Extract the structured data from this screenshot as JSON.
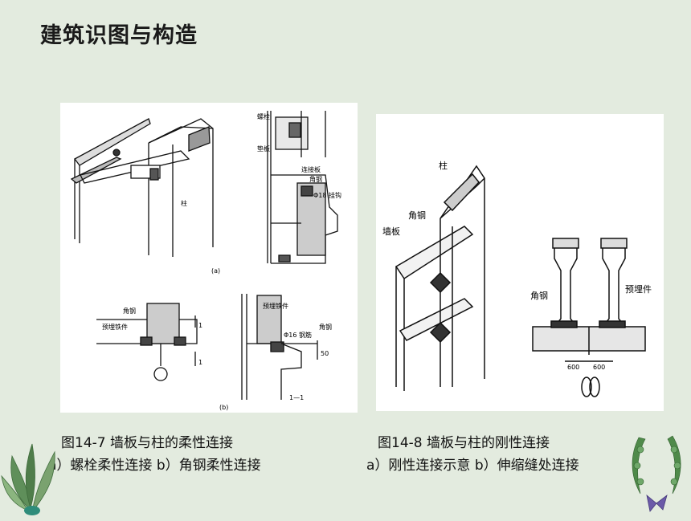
{
  "slide": {
    "title": "建筑识图与构造"
  },
  "figure_left": {
    "caption_line1": "图14-7 墙板与柱的柔性连接",
    "caption_line2": "a）螺栓柔性连接 b）角钢柔性连接",
    "labels": {
      "column": "柱",
      "bolt": "螺栓",
      "washer": "垫板",
      "connect_plate": "连接板",
      "angle_steel_a": "角钢",
      "hook": "Φ18 挂钩",
      "sub_a": "(a)",
      "angle_steel_b": "角钢",
      "embedded": "预埋铁件",
      "embedded2": "预埋铁件",
      "rebar": "Φ16 钢筋",
      "angle_steel_c": "角钢",
      "sub_b": "(b)",
      "section": "1—1",
      "mark1": "1",
      "mark2": "1",
      "dim": "50"
    }
  },
  "figure_right": {
    "caption_line1": "图14-8 墙板与柱的刚性连接",
    "caption_line2": "a）刚性连接示意 b）伸缩缝处连接",
    "labels": {
      "column": "柱",
      "angle_steel": "角钢",
      "wall_panel": "墙板",
      "angle_steel_b": "角钢",
      "embedded": "预埋件",
      "dim1": "600",
      "dim2": "600"
    }
  },
  "decorations": {
    "left": "leaf-ornament-icon",
    "right": "wreath-ornament-icon"
  }
}
